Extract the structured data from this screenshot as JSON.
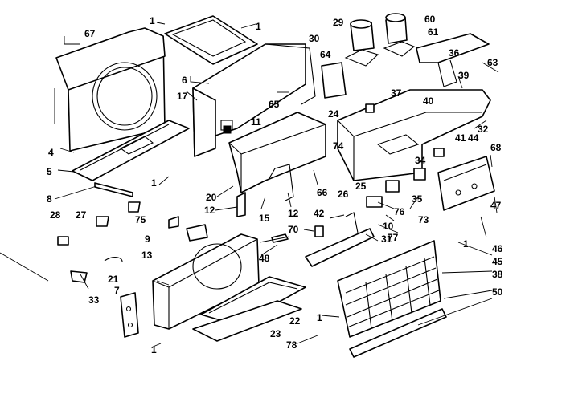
{
  "colors": {
    "ink": "#000000",
    "paper": "#ffffff"
  },
  "callouts": [
    "67",
    "1",
    "1",
    "29",
    "60",
    "30",
    "61",
    "64",
    "6",
    "17",
    "65",
    "36",
    "63",
    "39",
    "37",
    "40",
    "24",
    "4",
    "11",
    "32",
    "74",
    "41",
    "44",
    "68",
    "5",
    "34",
    "26",
    "25",
    "35",
    "20",
    "66",
    "8",
    "1",
    "12",
    "15",
    "12",
    "76",
    "47",
    "73",
    "75",
    "28",
    "27",
    "42",
    "10",
    "77",
    "9",
    "70",
    "31",
    "13",
    "1",
    "45",
    "46",
    "48",
    "21",
    "7",
    "33",
    "38",
    "50",
    "1",
    "22",
    "23",
    "1",
    "78"
  ]
}
